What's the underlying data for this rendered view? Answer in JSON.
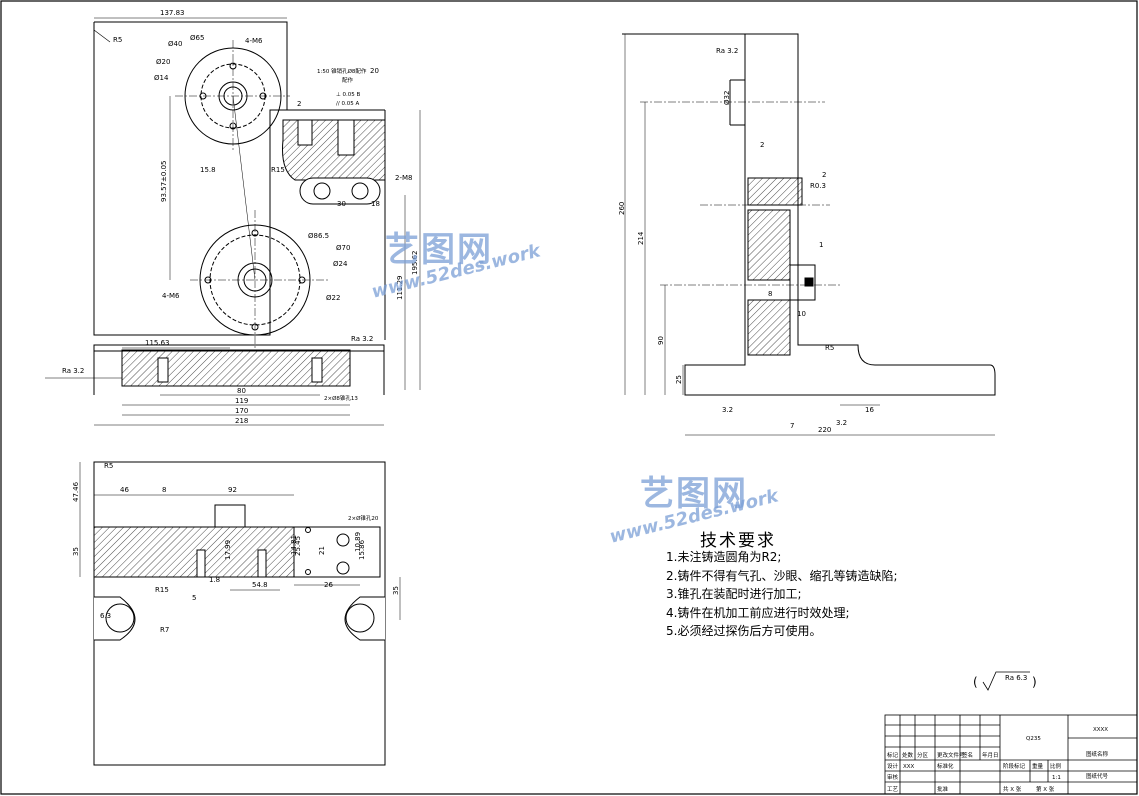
{
  "views": {
    "top": {
      "width_overall": "137.83",
      "radius_top_left": "R5",
      "hole_circle_1": "Ø65",
      "hole_circle_1b": "Ø40",
      "thread_1": "4-M6",
      "bore_20": "Ø20",
      "bore_14": "Ø14",
      "cone_note": "1:50 锥销孔Ø8配作",
      "cone_note2": "配作",
      "cone_len": "20",
      "tol_perp": "⊥ 0.05 B",
      "tol_par": "// 0.05 A",
      "dim_2": "2",
      "slot_r": "R15",
      "offset": "15.8",
      "dim_vertical": "93.57±0.05",
      "thread_2": "2-M8",
      "dim_30": "30",
      "dim_18": "18",
      "hole_circle_2": "Ø86.5",
      "bore_70": "Ø70",
      "bore_24": "Ø24",
      "bore_22": "Ø22",
      "thread_3": "4-M6",
      "dim_h1": "195.62",
      "dim_h2": "111.29",
      "dim_115": "115.63",
      "rough_left": "Ra 3.2",
      "rough_base": "Ra 3.2",
      "dim_80": "80",
      "dim_119": "119",
      "dim_170": "170",
      "dim_218": "218",
      "dowel_note": "2×Ø8锥孔13"
    },
    "side": {
      "rough_top": "Ra 3.2",
      "dim_32": "Ø32",
      "dim_2a": "2",
      "dim_2b": "2",
      "r_03": "R0.3",
      "dim_1": "1",
      "dim_height_total": "260",
      "dim_height_2": "214",
      "dim_90": "90",
      "dim_25": "25",
      "dim_8": "8",
      "dim_10": "10",
      "r_5": "R5",
      "rough_bottom1": "3.2",
      "rough_bottom2": "3.2",
      "dim_220": "220",
      "dim_16": "16",
      "dim_7": "7"
    },
    "section": {
      "dim_47": "47.46",
      "radius": "R5",
      "dim_46": "46",
      "dim_8": "8",
      "dim_92": "92",
      "dim_35": "35",
      "dim_17": "17.99",
      "dim_5": "5",
      "dim_15": "1.8",
      "dim_54": "54.8",
      "dim_26": "26",
      "dim_35b": "35",
      "dim_21": "21",
      "dim_15b": "15.86",
      "dim_14": "14.81",
      "dim_20": "2×Ø锥孔20",
      "r_15": "R15",
      "r_7": "R7",
      "rough_63": "6.3",
      "dim_25": "25.45",
      "dim_10": "10.89"
    }
  },
  "watermarks": [
    {
      "cn": "艺图网",
      "en": "www.52des.work"
    },
    {
      "cn": "艺图网",
      "en": "www.52des.work"
    }
  ],
  "tech": {
    "title": "技术要求",
    "items": [
      "1.未注铸造圆角为R2;",
      "2.铸件不得有气孔、沙眼、缩孔等铸造缺陷;",
      "3.锥孔在装配时进行加工;",
      "4.铸件在机加工前应进行时效处理;",
      "5.必须经过探伤后方可使用。"
    ],
    "roughness_general": "Ra 6.3"
  },
  "title_block": {
    "material": "Q235",
    "company": "XXXX",
    "drawing_name_label": "图纸名称",
    "drawing_code_label": "图纸代号",
    "mark": "标记",
    "count": "处数",
    "partition": "分区",
    "change_doc": "更改文件号",
    "sign": "签名",
    "date": "年月日",
    "design": "设计",
    "designer": "XXX",
    "standardize": "标准化",
    "stage_mark": "阶段标记",
    "weight": "重量",
    "scale": "比例",
    "scale_value": "1:1",
    "review": "审核",
    "process": "工艺",
    "approve": "批准",
    "sheets_total": "共 X 张",
    "sheet_no": "第 X 张"
  },
  "colors": {
    "line": "#000000",
    "watermark": "#7b9fd6"
  }
}
